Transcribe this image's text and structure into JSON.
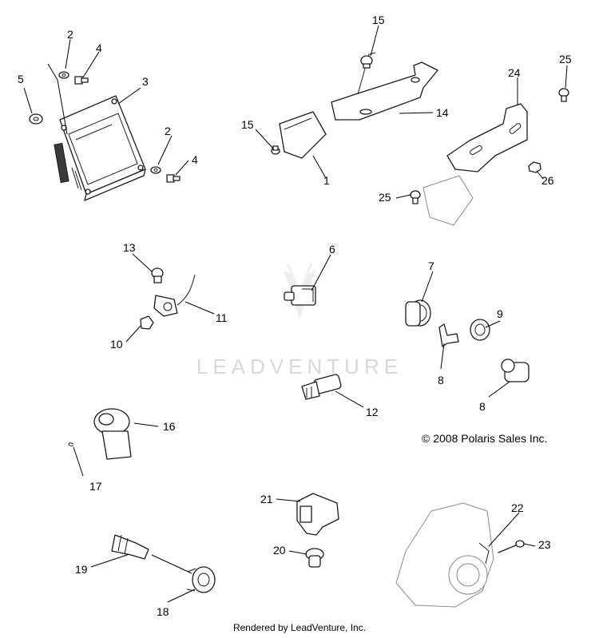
{
  "watermark": "LEADVENTURE",
  "copyright": "© 2008 Polaris Sales Inc.",
  "footer": "Rendered by LeadVenture, Inc.",
  "callouts": [
    "1",
    "2",
    "2",
    "3",
    "4",
    "4",
    "5",
    "6",
    "7",
    "8",
    "8",
    "9",
    "10",
    "11",
    "12",
    "13",
    "14",
    "15",
    "15",
    "16",
    "17",
    "18",
    "19",
    "20",
    "21",
    "22",
    "23",
    "24",
    "25",
    "25",
    "26"
  ]
}
